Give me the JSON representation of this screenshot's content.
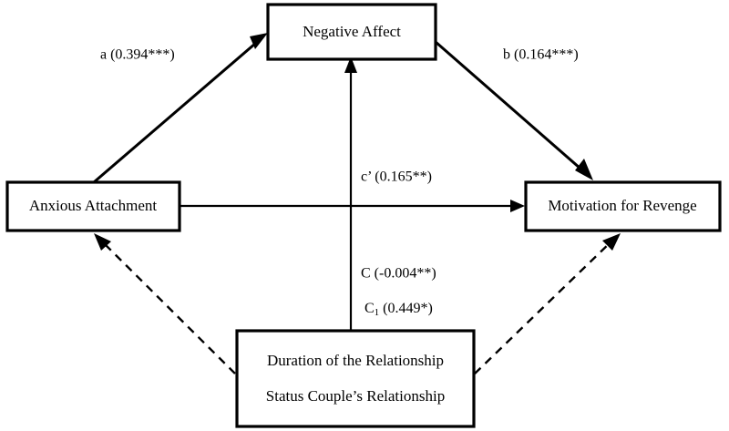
{
  "figure": {
    "type": "path-diagram",
    "background_color": "#ffffff",
    "line_color": "#000000"
  },
  "nodes": {
    "negative_affect": {
      "label": "Negative Affect",
      "role": "mediator"
    },
    "anxious_attachment": {
      "label": "Anxious Attachment",
      "role": "predictor"
    },
    "motivation_for_revenge": {
      "label": "Motivation for Revenge",
      "role": "outcome"
    },
    "covariates": {
      "label_line1": "Duration of the Relationship",
      "label_line2": "Status Couple’s Relationship",
      "role": "covariates"
    }
  },
  "edges": {
    "path_a": {
      "label": "a (0.394***)",
      "coefficient": 0.394,
      "significance": "***",
      "from": "anxious_attachment",
      "to": "negative_affect",
      "style": "solid"
    },
    "path_b": {
      "label": "b (0.164***)",
      "coefficient": 0.164,
      "significance": "***",
      "from": "negative_affect",
      "to": "motivation_for_revenge",
      "style": "solid"
    },
    "path_c_prime": {
      "label": "c’ (0.165**)",
      "coefficient": 0.165,
      "significance": "**",
      "from": "anxious_attachment",
      "to": "motivation_for_revenge",
      "style": "solid"
    },
    "path_C": {
      "label": "C (-0.004**)",
      "coefficient": -0.004,
      "significance": "**",
      "from": "covariates",
      "to": "negative_affect",
      "style": "solid"
    },
    "path_C1": {
      "label_main": "C",
      "label_sub": "1",
      "label_rest": " (0.449*)",
      "label": "C1 (0.449*)",
      "coefficient": 0.449,
      "significance": "*",
      "from": "covariates",
      "to": "negative_affect",
      "style": "solid"
    },
    "cov_to_anxious": {
      "label": "",
      "from": "covariates",
      "to": "anxious_attachment",
      "style": "dashed"
    },
    "cov_to_revenge": {
      "label": "",
      "from": "covariates",
      "to": "motivation_for_revenge",
      "style": "dashed"
    }
  }
}
